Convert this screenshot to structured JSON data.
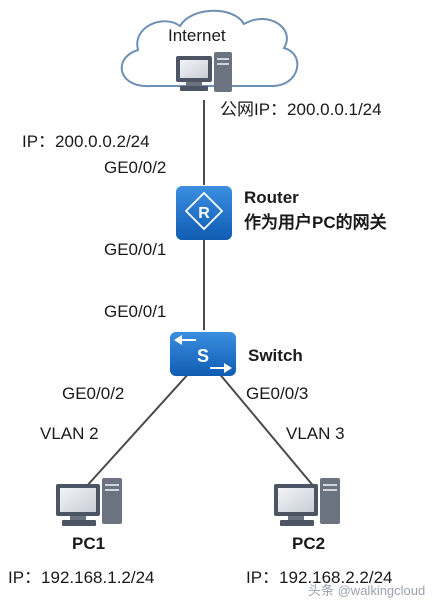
{
  "cloud": {
    "label": "Internet"
  },
  "internet_host": {
    "ip_label": "公网IP：200.0.0.1/24"
  },
  "router": {
    "name": "Router",
    "role": "作为用户PC的网关",
    "icon_letter": "R",
    "wan_ip": "IP：200.0.0.2/24",
    "wan_port": "GE0/0/2",
    "lan_port": "GE0/0/1"
  },
  "switch": {
    "name": "Switch",
    "icon_letter": "S",
    "uplink_port": "GE0/0/1",
    "port_pc1": "GE0/0/2",
    "port_pc2": "GE0/0/3",
    "vlan_pc1": "VLAN 2",
    "vlan_pc2": "VLAN 3"
  },
  "pc1": {
    "name": "PC1",
    "ip": "IP：192.168.1.2/24"
  },
  "pc2": {
    "name": "PC2",
    "ip": "IP：192.168.2.2/24"
  },
  "watermark": "头条 @walkingcloud",
  "colors": {
    "device_blue": "#1565c0",
    "link_gray": "#4a4a4a",
    "cloud_outline": "#6d8fb3"
  }
}
